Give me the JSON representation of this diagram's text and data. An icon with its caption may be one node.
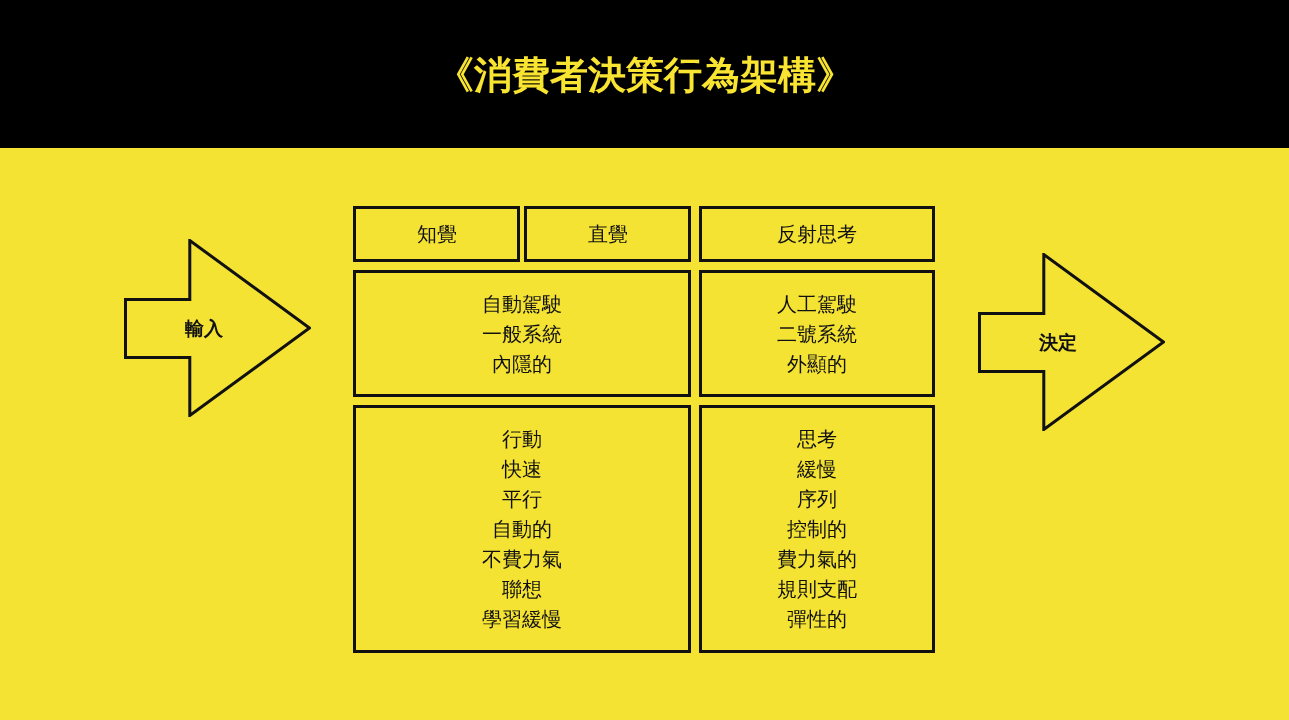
{
  "diagram": {
    "title": "《消費者決策行為架構》",
    "nodes": [
      {
        "text": [
          "輸入"
        ]
      },
      {
        "text": [
          "知覺"
        ]
      },
      {
        "text": [
          "直覺"
        ]
      },
      {
        "text": [
          "反射思考"
        ]
      },
      {
        "text": [
          "自動駕駛",
          "一般系統",
          "內隱的"
        ]
      },
      {
        "text": [
          "人工駕駛",
          "二號系統",
          "外顯的"
        ]
      },
      {
        "text": [
          "行動",
          "快速",
          "平行",
          "自動的",
          "不費力氣",
          "聯想",
          "學習緩慢"
        ]
      },
      {
        "text": [
          "思考",
          "緩慢",
          "序列",
          "控制的",
          "費力氣的",
          "規則支配",
          "彈性的"
        ]
      },
      {
        "text": [
          "決定"
        ]
      }
    ]
  }
}
